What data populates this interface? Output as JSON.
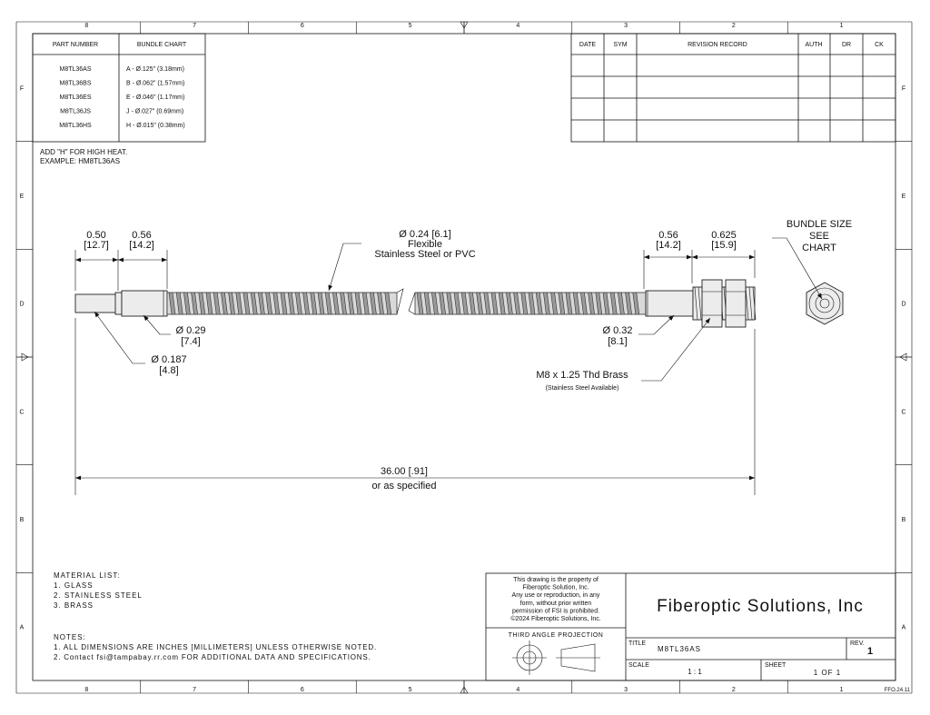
{
  "zones": {
    "columns": [
      "8",
      "7",
      "6",
      "5",
      "4",
      "3",
      "2",
      "1"
    ],
    "rows": [
      "F",
      "E",
      "D",
      "C",
      "B",
      "A"
    ]
  },
  "bundle_table": {
    "headers": [
      "PART NUMBER",
      "BUNDLE CHART"
    ],
    "rows": [
      [
        "M8TL36AS",
        "A - Ø.125\" (3.18mm)"
      ],
      [
        "M8TL36BS",
        "B - Ø.062\" (1.57mm)"
      ],
      [
        "M8TL36ES",
        "E - Ø.046\" (1.17mm)"
      ],
      [
        "M8TL36JS",
        "J - Ø.027\" (0.69mm)"
      ],
      [
        "M8TL36HS",
        "H - Ø.015\" (0.38mm)"
      ]
    ]
  },
  "high_heat_note": [
    "ADD \"H\" FOR HIGH HEAT.",
    "EXAMPLE: HM8TL36AS"
  ],
  "revision_table": {
    "headers": [
      "DATE",
      "SYM",
      "REVISION RECORD",
      "AUTH",
      "DR",
      "CK"
    ],
    "empty_rows": 4
  },
  "dims": {
    "left_tip": [
      "0.50",
      "[12.7]"
    ],
    "left_ferrule": [
      "0.56",
      "[14.2]"
    ],
    "hose_dia": [
      "Ø 0.24 [6.1]",
      "Flexible",
      "Stainless Steel or PVC"
    ],
    "right_ferrule": [
      "0.56",
      "[14.2]"
    ],
    "nut_len": [
      "0.625",
      "[15.9]"
    ],
    "bundle": [
      "BUNDLE SIZE",
      "SEE",
      "CHART"
    ],
    "ferrule_dia": [
      "Ø 0.29",
      "[7.4]"
    ],
    "tip_dia": [
      "Ø 0.187",
      "[4.8]"
    ],
    "thread_dia": [
      "Ø 0.32",
      "[8.1]"
    ],
    "thread": [
      "M8 x 1.25 Thd Brass",
      "(Stainless Steel Available)"
    ],
    "overall": [
      "36.00 [.91]",
      "or as specified"
    ]
  },
  "material": {
    "title": "MATERIAL LIST:",
    "items": [
      "1.   GLASS",
      "2.   STAINLESS STEEL",
      "3.   BRASS"
    ]
  },
  "notes": {
    "title": "NOTES:",
    "items": [
      "1.   ALL DIMENSIONS ARE INCHES [MILLIMETERS] UNLESS OTHERWISE NOTED.",
      "2.   Contact fsi@tampabay.rr.com FOR ADDITIONAL DATA AND SPECIFICATIONS."
    ]
  },
  "title_block": {
    "property": [
      "This drawing is the property of",
      "Fiberoptic Solution, Inc.",
      "Any use or reproduction, in any",
      "form, without prior written",
      "permission of FSI is prohibited.",
      "©2024 Fiberoptic Solutions, Inc."
    ],
    "projection": "THIRD ANGLE PROJECTION",
    "company": "Fiberoptic Solutions, Inc",
    "title_label": "TITLE",
    "title_value": "M8TL36AS",
    "rev_label": "REV.",
    "rev_value": "1",
    "scale_label": "SCALE",
    "scale_value": "1 : 1",
    "sheet_label": "SHEET",
    "sheet_value": "1  OF 1"
  },
  "form_code": "FFO.24.11"
}
